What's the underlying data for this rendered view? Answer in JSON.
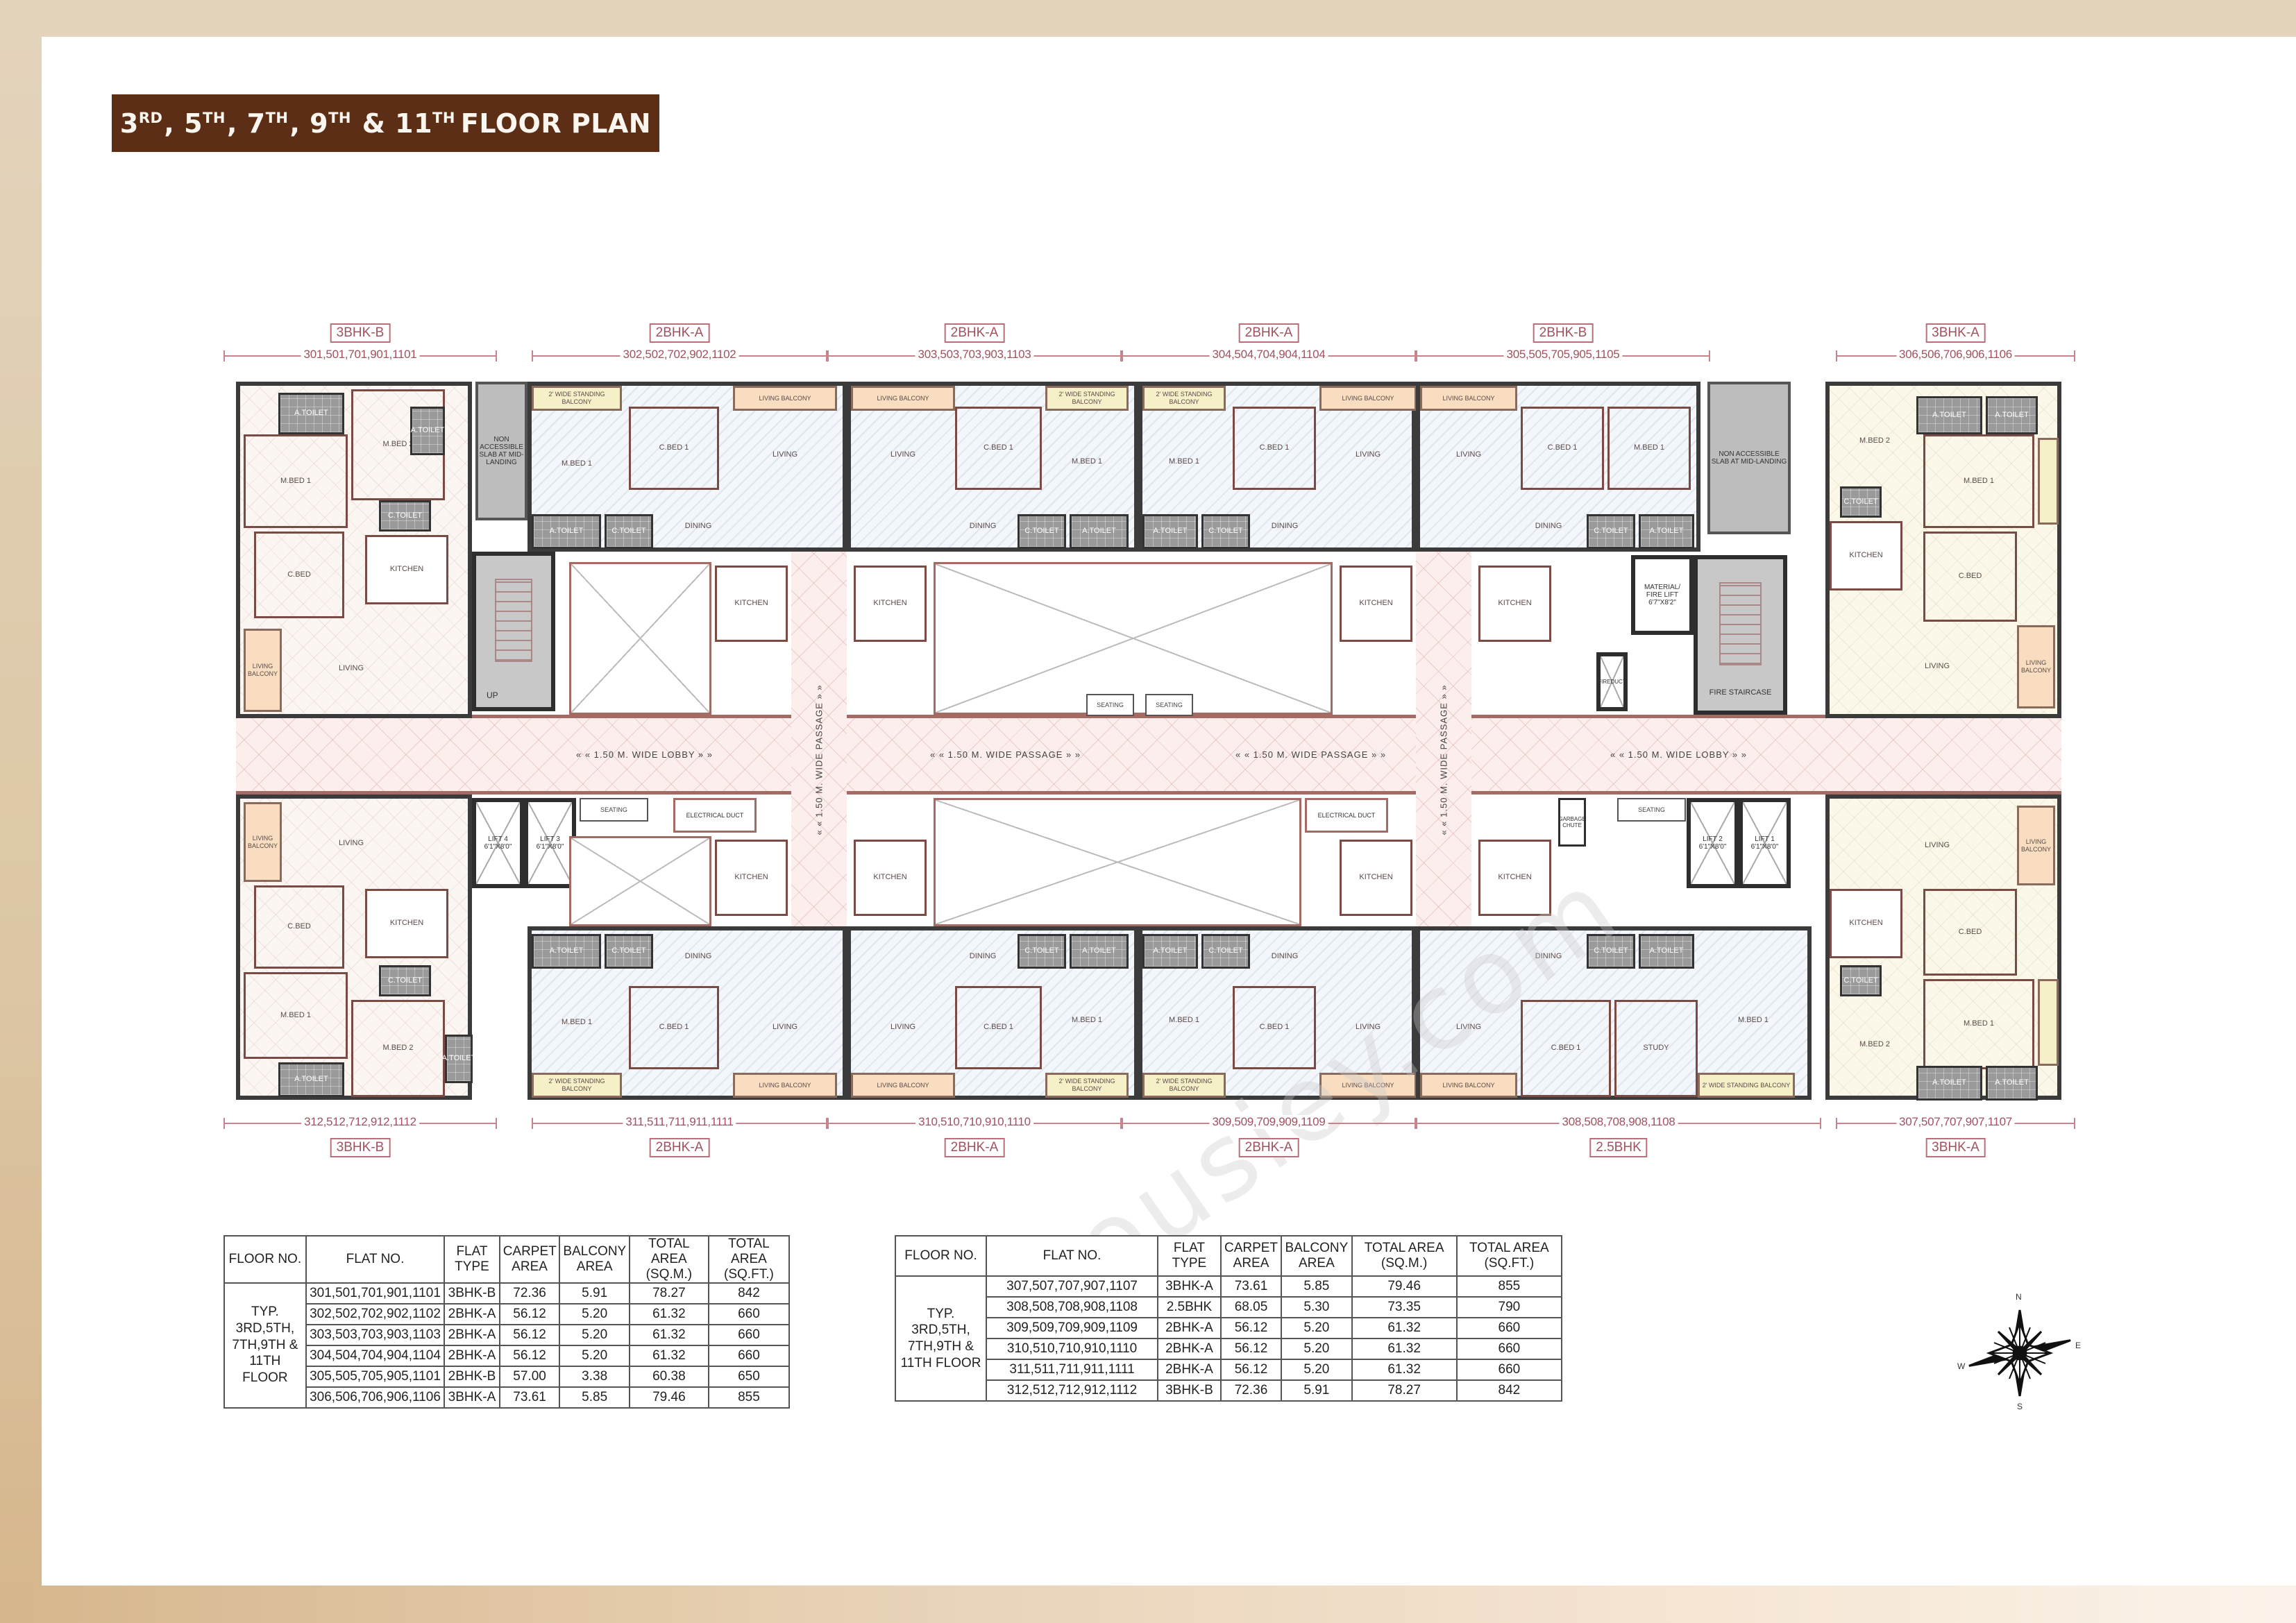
{
  "title": {
    "parts": [
      {
        "num": "3",
        "sup": "RD",
        "sep": ", "
      },
      {
        "num": "5",
        "sup": "TH",
        "sep": ", "
      },
      {
        "num": "7",
        "sup": "TH",
        "sep": ", "
      },
      {
        "num": "9",
        "sup": "TH",
        "sep": " & "
      },
      {
        "num": "11",
        "sup": "TH",
        "sep": " "
      }
    ],
    "suffix": "FLOOR PLAN",
    "full": "3RD, 5TH, 7TH, 9TH & 11TH FLOOR PLAN"
  },
  "colors": {
    "banner": "#5c2e15",
    "dimension": "#b9707a",
    "page_border": "#dcc6a4"
  },
  "plan": {
    "top_units": [
      {
        "type": "3BHK-B",
        "flats": "301,501,701,901,1101"
      },
      {
        "type": "2BHK-A",
        "flats": "302,502,702,902,1102"
      },
      {
        "type": "2BHK-A",
        "flats": "303,503,703,903,1103"
      },
      {
        "type": "2BHK-A",
        "flats": "304,504,704,904,1104"
      },
      {
        "type": "2BHK-B",
        "flats": "305,505,705,905,1105"
      },
      {
        "type": "3BHK-A",
        "flats": "306,506,706,906,1106"
      }
    ],
    "bottom_units": [
      {
        "type": "3BHK-B",
        "flats": "312,512,712,912,1112"
      },
      {
        "type": "2BHK-A",
        "flats": "311,511,711,911,1111"
      },
      {
        "type": "2BHK-A",
        "flats": "310,510,710,910,1110"
      },
      {
        "type": "2BHK-A",
        "flats": "309,509,709,909,1109"
      },
      {
        "type": "2.5BHK",
        "flats": "308,508,708,908,1108"
      },
      {
        "type": "3BHK-A",
        "flats": "307,507,707,907,1107"
      }
    ],
    "labels": {
      "lobby": "« « 1.50 M. WIDE LOBBY » »",
      "passage": "« « 1.50 M. WIDE PASSAGE » »",
      "v_passage": "« « 1.50 M. WIDE PASSAGE » »",
      "lift1": "LIFT 1\n6'1\"X8'0\"",
      "lift2": "LIFT 2\n6'1\"X8'0\"",
      "lift3": "LIFT 3\n6'1\"X8'0\"",
      "lift4": "LIFT 4\n6'1\"X8'0\"",
      "fire_lift": "MATERIAL/\nFIRE LIFT\n6'7\"X8'2\"",
      "fire_staircase": "FIRE STAIRCASE",
      "up": "UP",
      "seating": "SEATING",
      "electrical_duct": "ELECTRICAL DUCT",
      "garbage_chute": "GARBAGE CHUTE",
      "fire_duct": "FIREDUCT",
      "non_accessible": "NON ACCESSIBLE SLAB AT MID-LANDING",
      "living": "LIVING",
      "living_balcony": "LIVING BALCONY",
      "kitchen": "KITCHEN",
      "dining": "DINING",
      "m_bed_1": "M.BED 1",
      "m_bed_2": "M.BED 2",
      "c_bed": "C.BED",
      "c_bed_1": "C.BED 1",
      "a_toilet": "A.TOILET",
      "c_toilet": "C.TOILET",
      "study": "STUDY",
      "standing_balcony": "2' WIDE STANDING BALCONY"
    },
    "watermark": "housiey.com"
  },
  "tables": [
    {
      "headers": [
        "FLOOR NO.",
        "FLAT NO.",
        "FLAT TYPE",
        "CARPET AREA",
        "BALCONY AREA",
        "TOTAL AREA (SQ.M.)",
        "TOTAL AREA (SQ.FT.)"
      ],
      "floor": "TYP. 3RD,5TH, 7TH,9TH & 11TH FLOOR",
      "rows": [
        [
          "301,501,701,901,1101",
          "3BHK-B",
          "72.36",
          "5.91",
          "78.27",
          "842"
        ],
        [
          "302,502,702,902,1102",
          "2BHK-A",
          "56.12",
          "5.20",
          "61.32",
          "660"
        ],
        [
          "303,503,703,903,1103",
          "2BHK-A",
          "56.12",
          "5.20",
          "61.32",
          "660"
        ],
        [
          "304,504,704,904,1104",
          "2BHK-A",
          "56.12",
          "5.20",
          "61.32",
          "660"
        ],
        [
          "305,505,705,905,1101",
          "2BHK-B",
          "57.00",
          "3.38",
          "60.38",
          "650"
        ],
        [
          "306,506,706,906,1106",
          "3BHK-A",
          "73.61",
          "5.85",
          "79.46",
          "855"
        ]
      ]
    },
    {
      "headers": [
        "FLOOR NO.",
        "FLAT NO.",
        "FLAT TYPE",
        "CARPET AREA",
        "BALCONY AREA",
        "TOTAL AREA (SQ.M.)",
        "TOTAL AREA (SQ.FT.)"
      ],
      "floor": "TYP. 3RD,5TH, 7TH,9TH & 11TH FLOOR",
      "rows": [
        [
          "307,507,707,907,1107",
          "3BHK-A",
          "73.61",
          "5.85",
          "79.46",
          "855"
        ],
        [
          "308,508,708,908,1108",
          "2.5BHK",
          "68.05",
          "5.30",
          "73.35",
          "790"
        ],
        [
          "309,509,709,909,1109",
          "2BHK-A",
          "56.12",
          "5.20",
          "61.32",
          "660"
        ],
        [
          "310,510,710,910,1110",
          "2BHK-A",
          "56.12",
          "5.20",
          "61.32",
          "660"
        ],
        [
          "311,511,711,911,1111",
          "2BHK-A",
          "56.12",
          "5.20",
          "61.32",
          "660"
        ],
        [
          "312,512,712,912,1112",
          "3BHK-B",
          "72.36",
          "5.91",
          "78.27",
          "842"
        ]
      ]
    }
  ],
  "compass": {
    "icon": "compass-rose-icon",
    "n": "N",
    "s": "S",
    "e": "E",
    "w": "W"
  }
}
